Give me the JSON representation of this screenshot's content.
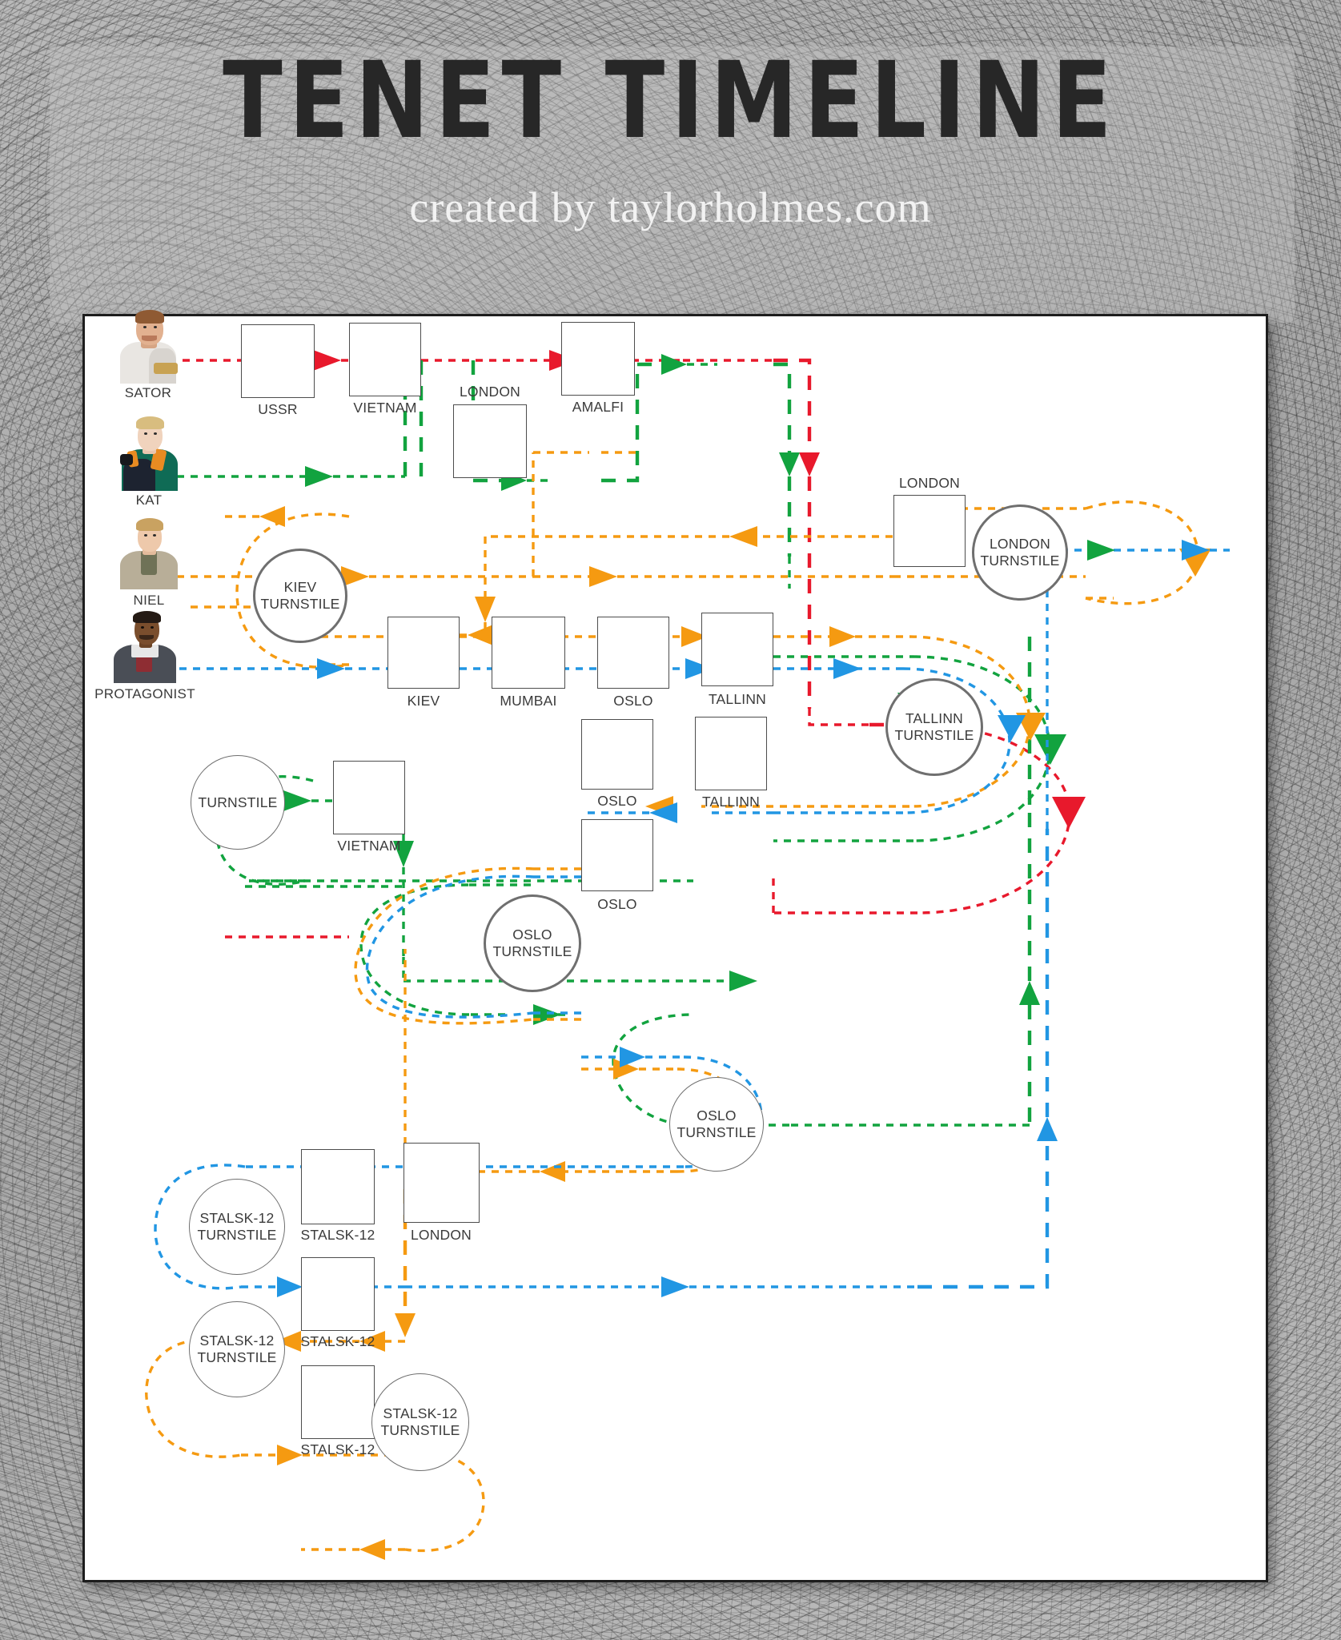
{
  "header": {
    "title": "TENET TIMELINE",
    "subtitle": "created by taylorholmes.com"
  },
  "colors": {
    "sator_red": "#e8192c",
    "kat_green": "#12a33f",
    "niel_orange": "#f59a11",
    "protagonist_blue": "#2196e3",
    "node_border": "#4d4d4d",
    "turnstile_border": "#6f6f6f",
    "label_text": "#3b3b3b",
    "card_background": "#ffffff",
    "card_border": "#1d1d1d",
    "title_text": "#272727",
    "subtitle_text": "#f2f2f2"
  },
  "characters": [
    {
      "id": "sator",
      "label": "SATOR",
      "color_key": "sator_red"
    },
    {
      "id": "kat",
      "label": "KAT",
      "color_key": "kat_green"
    },
    {
      "id": "niel",
      "label": "NIEL",
      "color_key": "niel_orange"
    },
    {
      "id": "protagonist",
      "label": "PROTAGONIST",
      "color_key": "protagonist_blue"
    }
  ],
  "nodes": [
    {
      "id": "n-ussr",
      "label": "USSR"
    },
    {
      "id": "n-vietnam-1",
      "label": "VIETNAM"
    },
    {
      "id": "n-london-1",
      "label": "LONDON"
    },
    {
      "id": "n-amalfi",
      "label": "AMALFI"
    },
    {
      "id": "n-london-2",
      "label": "LONDON"
    },
    {
      "id": "n-kiev",
      "label": "KIEV"
    },
    {
      "id": "n-mumbai",
      "label": "MUMBAI"
    },
    {
      "id": "n-oslo-1",
      "label": "OSLO"
    },
    {
      "id": "n-tallinn-1",
      "label": "TALLINN"
    },
    {
      "id": "n-oslo-2",
      "label": "OSLO"
    },
    {
      "id": "n-tallinn-2",
      "label": "TALLINN"
    },
    {
      "id": "n-oslo-3",
      "label": "OSLO"
    },
    {
      "id": "n-vietnam-2",
      "label": "VIETNAM"
    },
    {
      "id": "n-stalsk-1",
      "label": "STALSK-12"
    },
    {
      "id": "n-london-3",
      "label": "LONDON"
    },
    {
      "id": "n-stalsk-2",
      "label": "STALSK-12"
    },
    {
      "id": "n-stalsk-3",
      "label": "STALSK-12"
    }
  ],
  "turnstiles": [
    {
      "id": "t-kiev",
      "label": "KIEV\nTURNSTILE"
    },
    {
      "id": "t-london",
      "label": "LONDON\nTURNSTILE"
    },
    {
      "id": "t-tallinn",
      "label": "TALLINN\nTURNSTILE"
    },
    {
      "id": "t-oslo-1",
      "label": "OSLO\nTURNSTILE"
    },
    {
      "id": "t-oslo-2",
      "label": "OSLO\nTURNSTILE"
    },
    {
      "id": "t-plain",
      "label": "TURNSTILE"
    },
    {
      "id": "t-stalsk-1",
      "label": "STALSK-12\nTURNSTILE"
    },
    {
      "id": "t-stalsk-2",
      "label": "STALSK-12\nTURNSTILE"
    },
    {
      "id": "t-stalsk-3",
      "label": "STALSK-12\nTURNSTILE"
    }
  ],
  "turnstile_lines": {
    "t-kiev": [
      "KIEV",
      "TURNSTILE"
    ],
    "t-london": [
      "LONDON",
      "TURNSTILE"
    ],
    "t-tallinn": [
      "TALLINN",
      "TURNSTILE"
    ],
    "t-oslo-1": [
      "OSLO",
      "TURNSTILE"
    ],
    "t-oslo-2": [
      "OSLO",
      "TURNSTILE"
    ],
    "t-plain": [
      "TURNSTILE"
    ],
    "t-stalsk-1": [
      "STALSK-12",
      "TURNSTILE"
    ],
    "t-stalsk-2": [
      "STALSK-12",
      "TURNSTILE"
    ],
    "t-stalsk-3": [
      "STALSK-12",
      "TURNSTILE"
    ]
  }
}
